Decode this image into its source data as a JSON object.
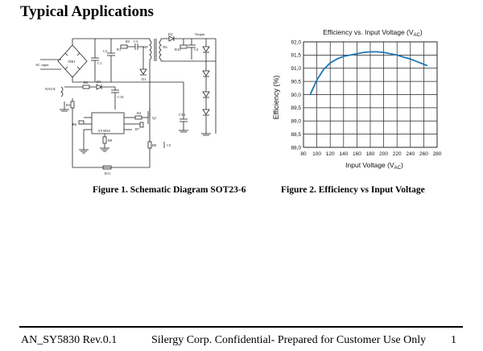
{
  "section": {
    "title": "Typical Applications"
  },
  "schematic": {
    "labels": {
      "ac_input": "AC input",
      "db1": "DB1",
      "c1": "C1",
      "c2": "C2",
      "r1": "R1",
      "c3": "C3",
      "r5": "R5",
      "d1": "D1",
      "np": "NP",
      "ns": "NS",
      "d2": "D2",
      "r10": "R10",
      "c4": "C4",
      "output": "Output",
      "naux": "NAUX",
      "r2": "R2",
      "d3": "D3",
      "c10": "C10",
      "r3": "R3",
      "r6": "R6",
      "r4": "R4",
      "r7": "R7",
      "q1": "Q1",
      "r8": "R8",
      "r9": "R9",
      "r11": "R11",
      "c5": "C5",
      "cy1": "CY1",
      "ic": "SY5830"
    }
  },
  "figure1": {
    "caption": "Figure 1. Schematic Diagram SOT23-6"
  },
  "figure2": {
    "caption": "Figure 2.  Efficiency vs Input Voltage"
  },
  "chart_data": {
    "type": "line",
    "title_main": "Efficiency vs. Input Voltage (V",
    "title_sub": "AC",
    "title_end": ")",
    "xlabel_main": "Input Voltage (V",
    "xlabel_sub": "AC",
    "xlabel_end": ")",
    "ylabel": "Efficiency (%)",
    "x_ticks": [
      "80",
      "100",
      "120",
      "140",
      "160",
      "180",
      "200",
      "220",
      "240",
      "260",
      "280"
    ],
    "y_ticks": [
      "88,0",
      "88,5",
      "89,0",
      "89,5",
      "90,0",
      "90,5",
      "91,0",
      "91,5",
      "92,0"
    ],
    "xlim": [
      80,
      280
    ],
    "ylim": [
      88.0,
      92.0
    ],
    "grid": true,
    "line_color": "#1f77b4",
    "series": [
      {
        "x": [
          90,
          100,
          110,
          120,
          130,
          140,
          150,
          160,
          170,
          180,
          190,
          200,
          210,
          220,
          230,
          240,
          250,
          265
        ],
        "y": [
          90.0,
          90.55,
          90.95,
          91.2,
          91.35,
          91.45,
          91.5,
          91.55,
          91.6,
          91.62,
          91.62,
          91.6,
          91.55,
          91.5,
          91.42,
          91.35,
          91.25,
          91.1
        ]
      }
    ]
  },
  "footer": {
    "doc_id": "AN_SY5830 Rev.0.1",
    "notice": "Silergy Corp. Confidential- Prepared for Customer Use Only",
    "page": "1"
  }
}
